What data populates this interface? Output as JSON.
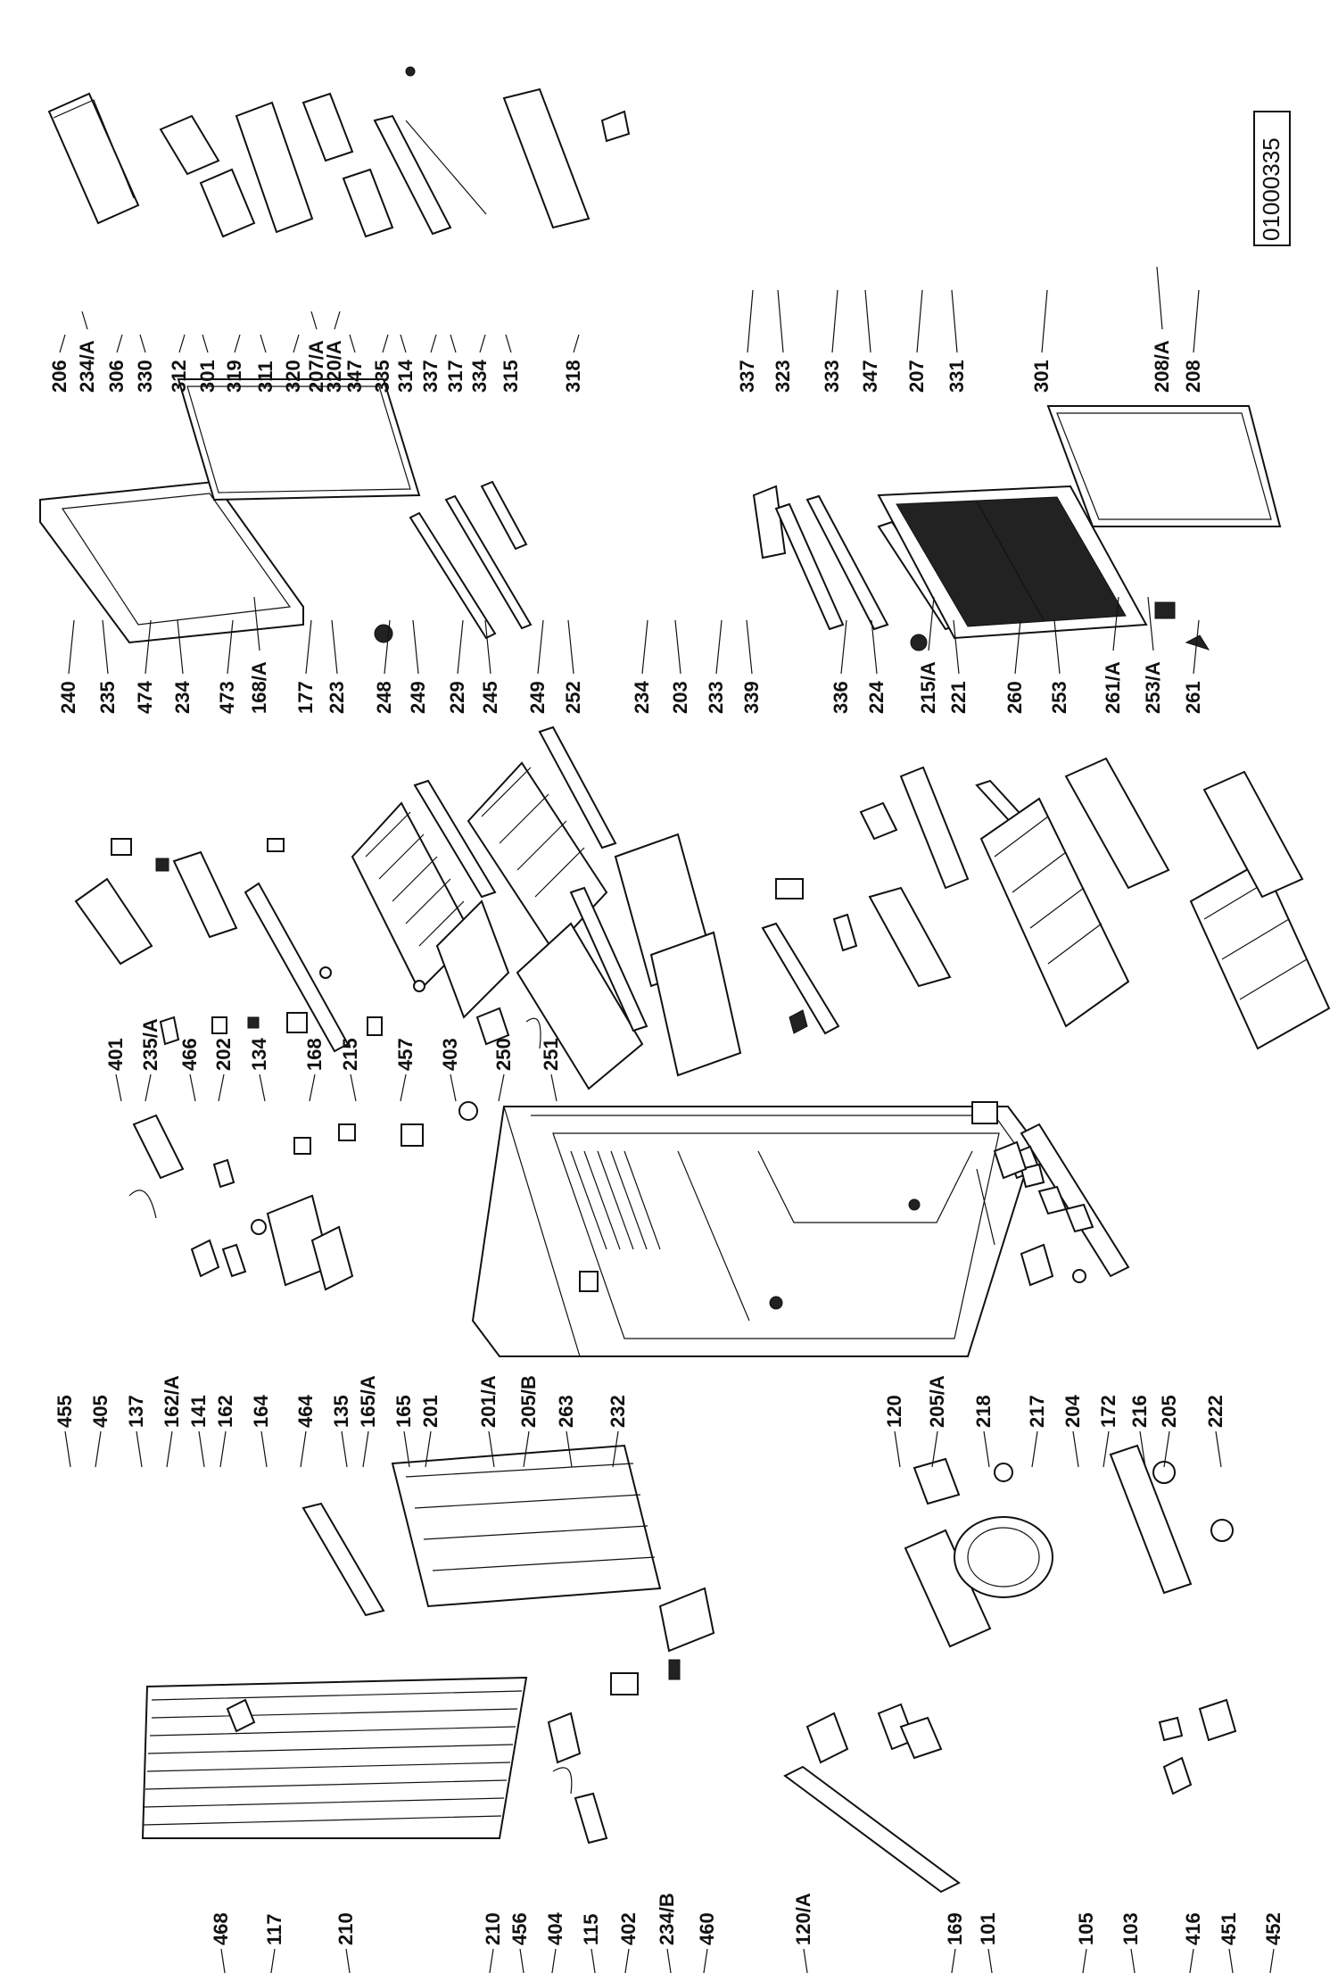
{
  "document_id": "01000335",
  "labels": {
    "door": [
      "206",
      "234/A",
      "306",
      "330",
      "312",
      "301",
      "319",
      "311",
      "320",
      "207/A",
      "320/A",
      "347",
      "335",
      "314",
      "337",
      "317",
      "334",
      "315",
      "318"
    ],
    "freezer_door": [
      "337",
      "323",
      "333",
      "347",
      "207",
      "331",
      "301",
      "208/A",
      "208"
    ],
    "interior": [
      "240",
      "235",
      "474",
      "234",
      "473",
      "168/A",
      "177",
      "223",
      "248",
      "249",
      "229",
      "245",
      "249",
      "252",
      "234",
      "203",
      "233",
      "339",
      "336",
      "224",
      "215/A",
      "221",
      "260",
      "253",
      "261/A",
      "253/A",
      "261"
    ],
    "interior_lower": [
      "401",
      "235/A",
      "466",
      "202",
      "134",
      "168",
      "215",
      "457",
      "403",
      "250",
      "251"
    ],
    "cabinet": [
      "455",
      "405",
      "137",
      "162/A",
      "141",
      "162",
      "164",
      "464",
      "135",
      "165/A",
      "165",
      "201",
      "201/A",
      "205/B",
      "263",
      "232",
      "120",
      "205/A",
      "218",
      "217",
      "204",
      "172",
      "216",
      "205",
      "222"
    ],
    "condenser": [
      "468",
      "117",
      "210",
      "210",
      "456",
      "404",
      "115",
      "402",
      "234/B",
      "460"
    ],
    "compressor": [
      "120/A",
      "169",
      "101",
      "105",
      "103",
      "416",
      "451",
      "452"
    ]
  }
}
